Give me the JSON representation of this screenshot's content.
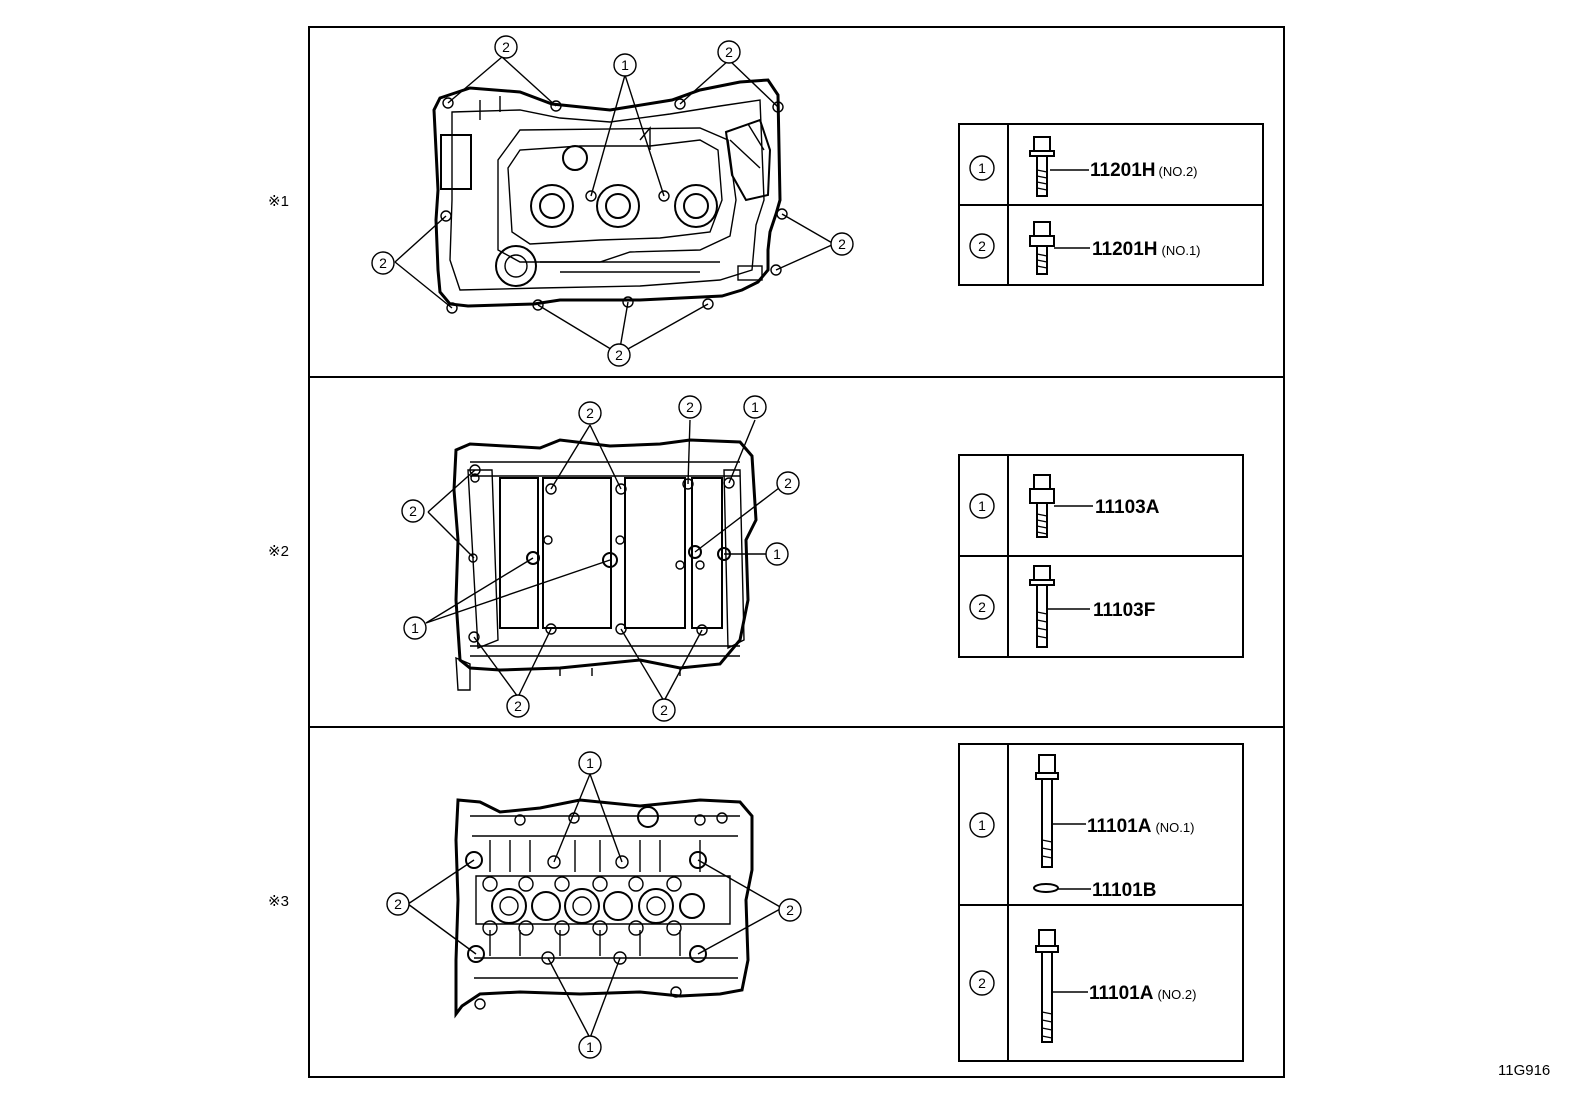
{
  "sections": [
    {
      "marker": "※1",
      "legend": [
        {
          "callout": "1",
          "part": "11201H",
          "suffix": "(NO.2)"
        },
        {
          "callout": "2",
          "part": "11201H",
          "suffix": "(NO.1)"
        }
      ]
    },
    {
      "marker": "※2",
      "legend": [
        {
          "callout": "1",
          "part": "11103A",
          "suffix": ""
        },
        {
          "callout": "2",
          "part": "11103F",
          "suffix": ""
        }
      ]
    },
    {
      "marker": "※3",
      "legend": [
        {
          "callout": "1",
          "part": "11101A",
          "suffix": "(NO.1)",
          "part_b": "11101B"
        },
        {
          "callout": "2",
          "part": "11101A",
          "suffix": "(NO.2)"
        }
      ]
    }
  ],
  "callout_1": "1",
  "callout_2": "2",
  "diagram_code": "11G916"
}
